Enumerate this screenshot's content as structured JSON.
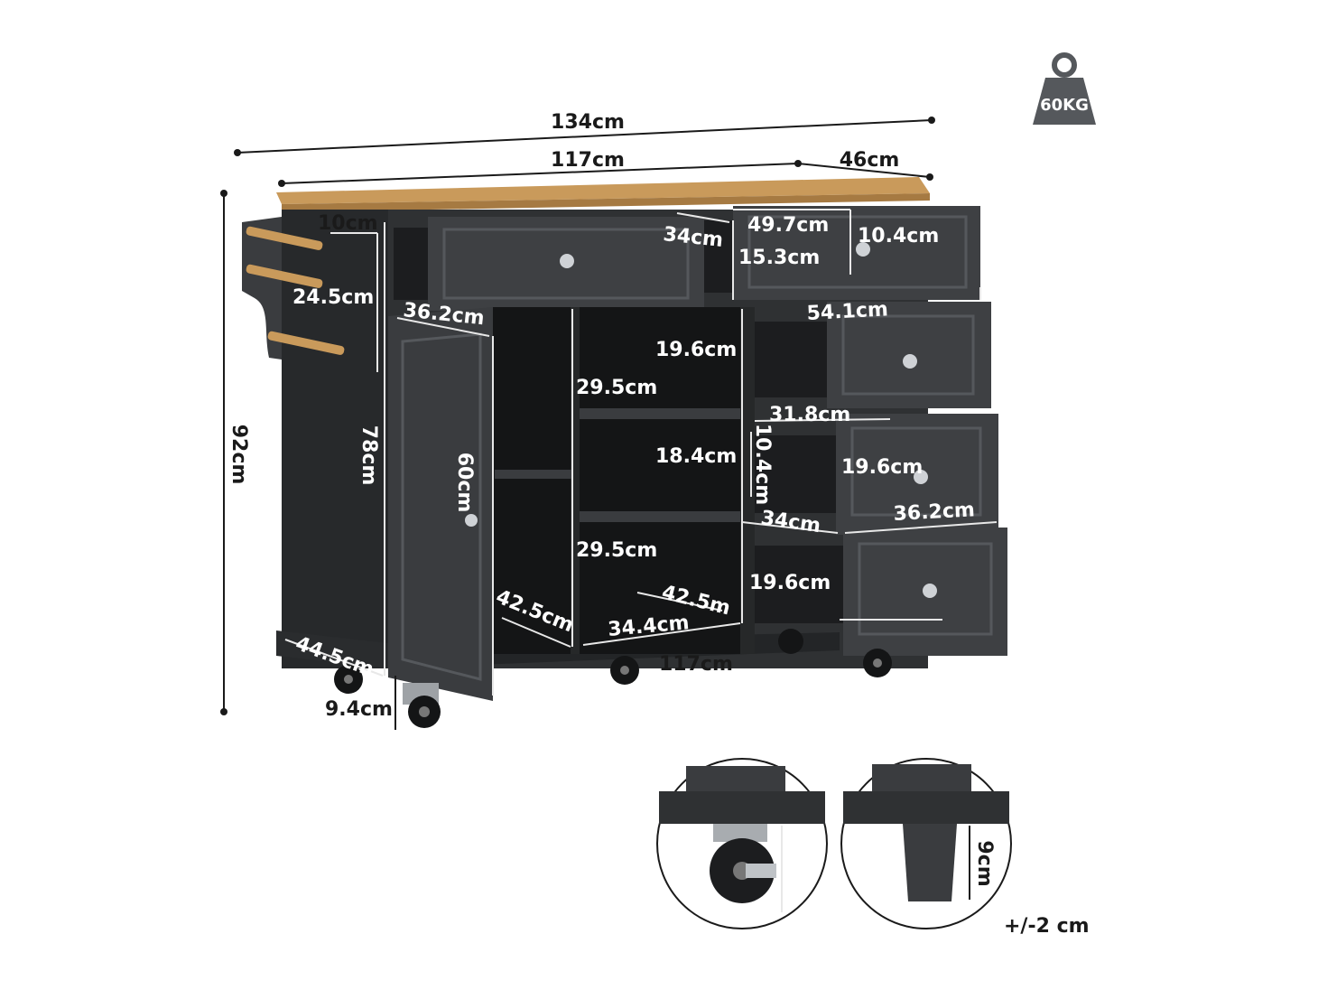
{
  "weight": {
    "label": "60KG",
    "icon": "weight-icon"
  },
  "colors": {
    "cabinet": "#2f3133",
    "cabinet_dark": "#1c1d1f",
    "wood": "#c99a5b",
    "dim_line_dark": "#1a1a1a",
    "dim_line_light": "#e8e8e8"
  },
  "dimensions": {
    "overall_width": "134cm",
    "top_width": "117cm",
    "depth": "46cm",
    "overall_height": "92cm",
    "rack_10": "10cm",
    "rack_24_5": "24.5cm",
    "door_width": "36.2cm",
    "side_78": "78cm",
    "door_60": "60cm",
    "base_depth": "44.5cm",
    "wheel_9_4": "9.4cm",
    "top_drawer_34": "34cm",
    "top_drawer_49_7": "49.7cm",
    "top_drawer_10_4": "10.4cm",
    "top_drawer_15_3": "15.3cm",
    "shelf_19_6": "19.6cm",
    "shelf_29_5_top": "29.5cm",
    "shelf_18_4": "18.4cm",
    "shelf_29_5_bottom": "29.5cm",
    "shelf_42_5_left": "42.5cm",
    "shelf_42_5_mid": "42.5m",
    "shelf_34_4": "34.4cm",
    "bottom_width": "117cm",
    "drawer_54_1": "54.1cm",
    "drawer_31_8": "31.8cm",
    "drawer_10_4": "10.4cm",
    "drawer_19_6_a": "19.6cm",
    "drawer_34": "34cm",
    "drawer_36_2": "36.2cm",
    "drawer_19_6_b": "19.6cm"
  },
  "details": {
    "caster_height": "9.4cm",
    "leg_height": "9cm",
    "tolerance": "+/-2 cm"
  }
}
